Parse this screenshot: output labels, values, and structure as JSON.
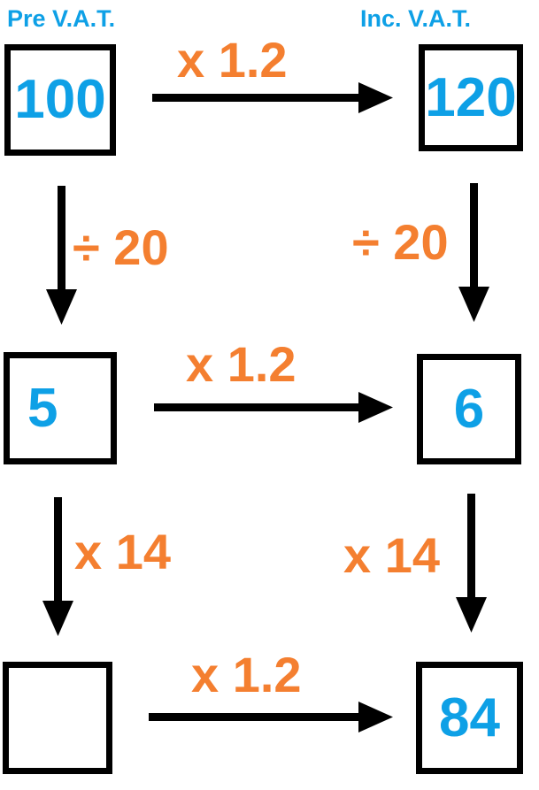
{
  "colors": {
    "value_text": "#0ea0e6",
    "operation_text": "#f47f30",
    "lines": "#000000"
  },
  "headers": {
    "pre_vat": "Pre V.A.T.",
    "inc_vat": "Inc. V.A.T."
  },
  "rows": [
    {
      "pre_value": "100",
      "inc_value": "120",
      "across_op": "x 1.2"
    },
    {
      "pre_value": "5",
      "inc_value": "6",
      "across_op": "x 1.2"
    },
    {
      "pre_value": "",
      "inc_value": "84",
      "across_op": "x 1.2"
    }
  ],
  "down_ops": [
    {
      "left": "÷ 20",
      "right": "÷ 20"
    },
    {
      "left": "x 14",
      "right": "x 14"
    }
  ]
}
